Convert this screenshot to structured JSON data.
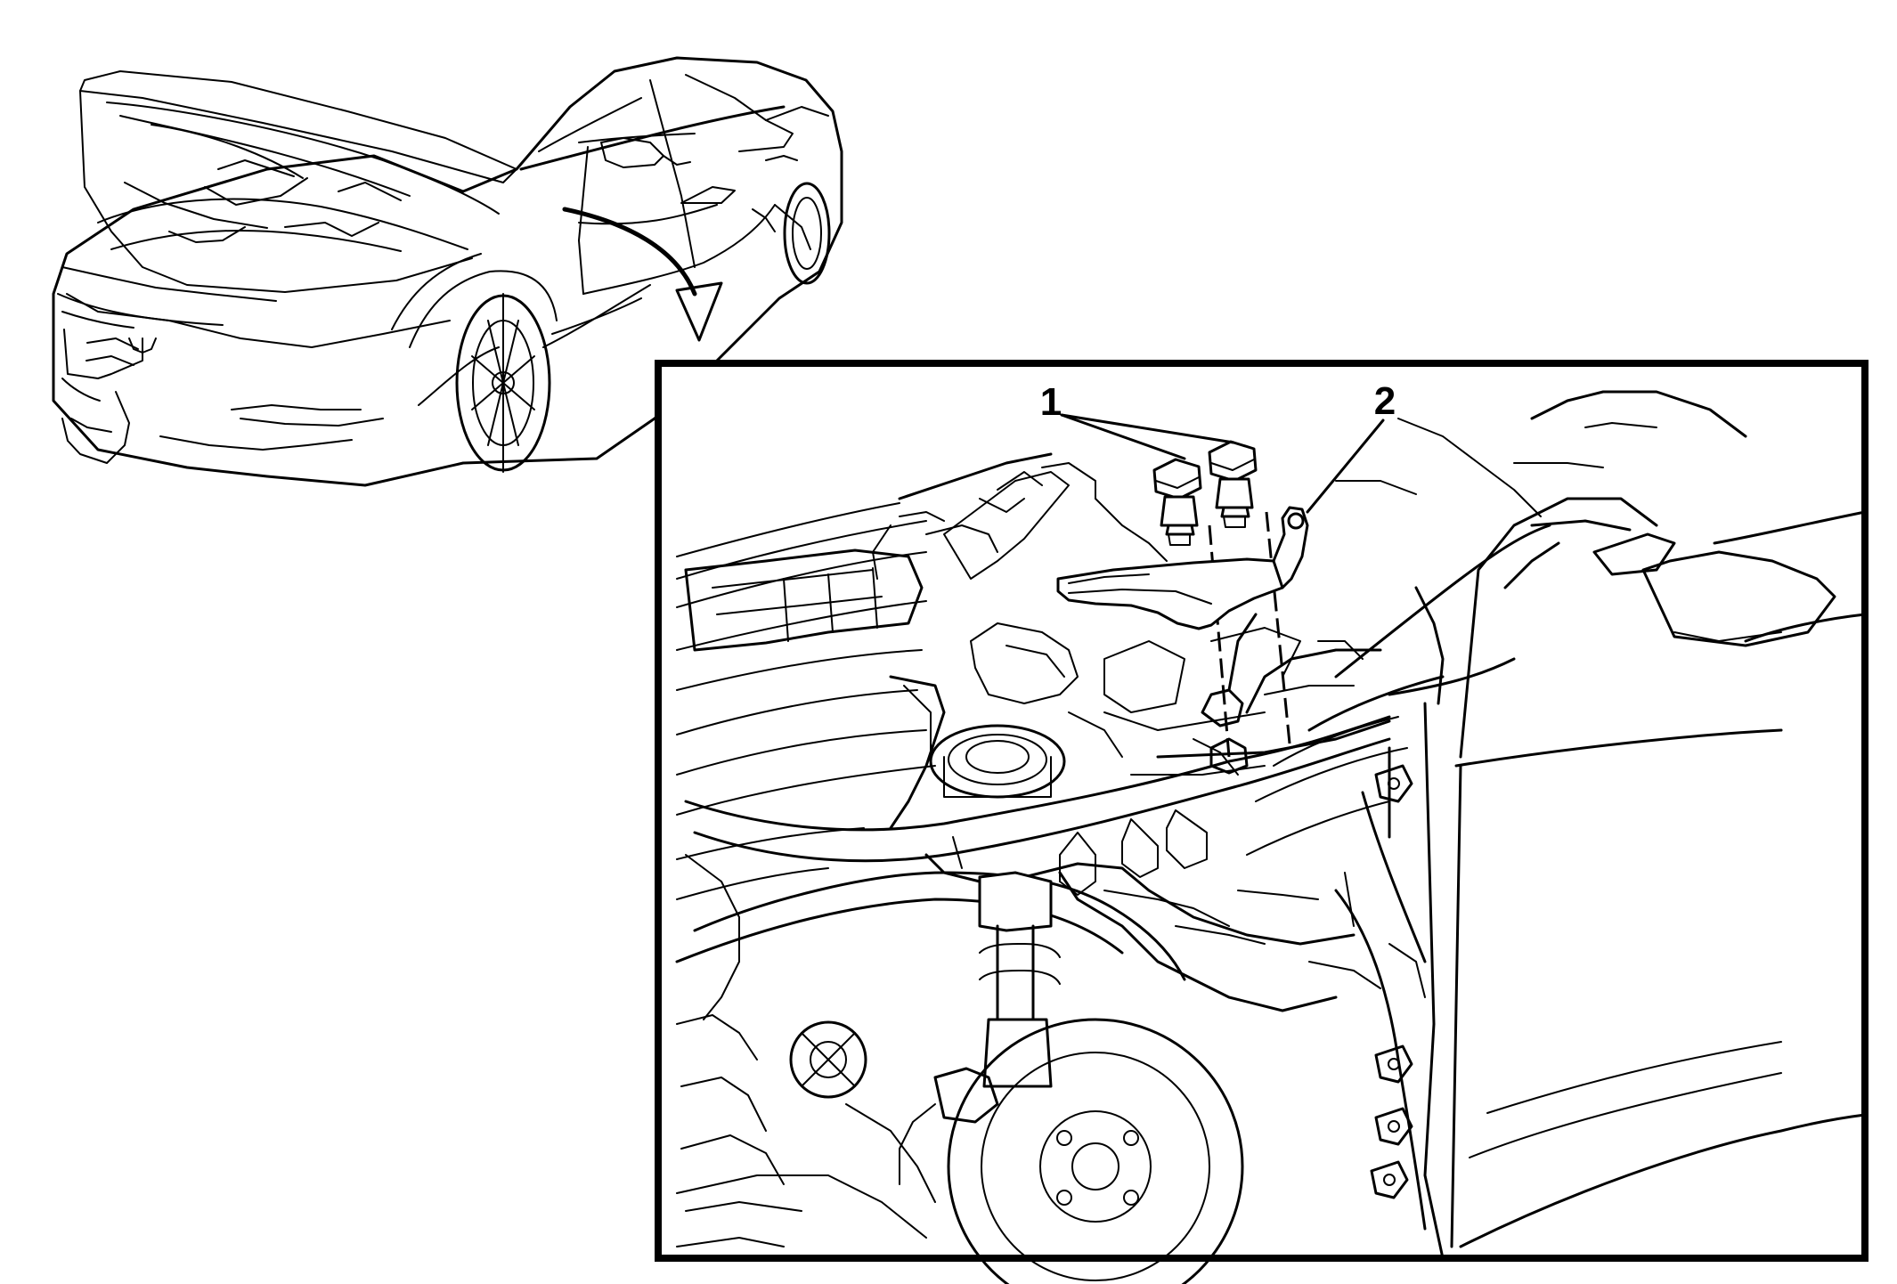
{
  "callouts": [
    {
      "number": "1",
      "part": "bolt"
    },
    {
      "number": "2",
      "part": "bracket"
    }
  ],
  "icons": {
    "overview": "vehicle-open-hood-overview",
    "detail": "engine-compartment-detail",
    "arrow": "curved-arrow-icon",
    "bolt": "hex-flange-bolt-icon",
    "bracket": "bracket-icon"
  },
  "colors": {
    "line": "#000000",
    "background": "#ffffff"
  }
}
